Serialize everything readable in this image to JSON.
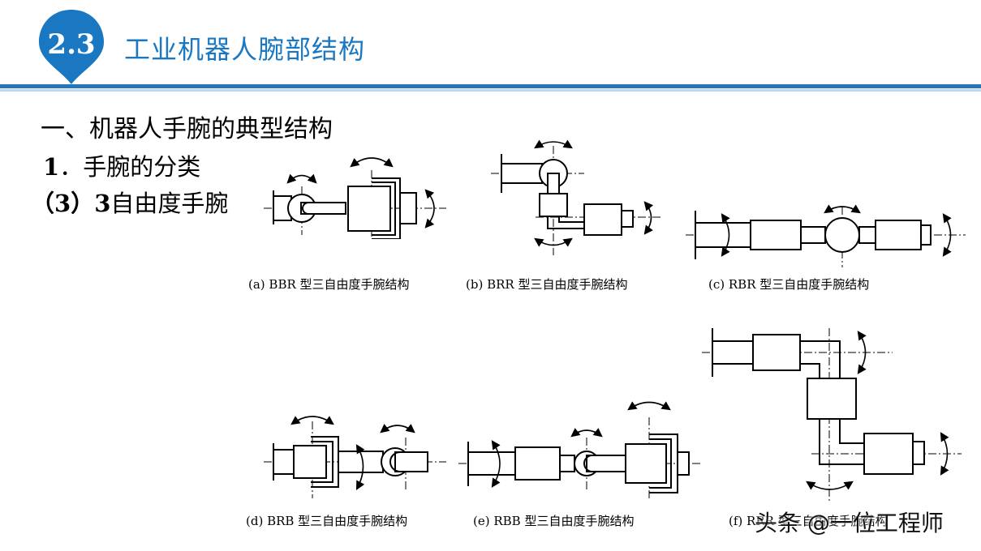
{
  "header": {
    "section_number": "2.3",
    "title": "工业机器人腕部结构",
    "accent_color": "#1a78c2"
  },
  "content": {
    "heading1": "一、机器人手腕的典型结构",
    "heading2_num": "1",
    "heading2_text": "．手腕的分类",
    "heading3_prefix": "（3）",
    "heading3_num": "3",
    "heading3_text": "自由度手腕"
  },
  "figures": [
    {
      "id": "a",
      "caption": "(a) BBR 型三自由度手腕结构"
    },
    {
      "id": "b",
      "caption": "(b) BRR 型三自由度手腕结构"
    },
    {
      "id": "c",
      "caption": "(c) RBR 型三自由度手腕结构"
    },
    {
      "id": "d",
      "caption": "(d) BRB 型三自由度手腕结构"
    },
    {
      "id": "e",
      "caption": "(e) RBB 型三自由度手腕结构"
    },
    {
      "id": "f",
      "caption": "(f) RRR 型三自由度手腕结构"
    }
  ],
  "watermark": "头条 @一位工程师"
}
